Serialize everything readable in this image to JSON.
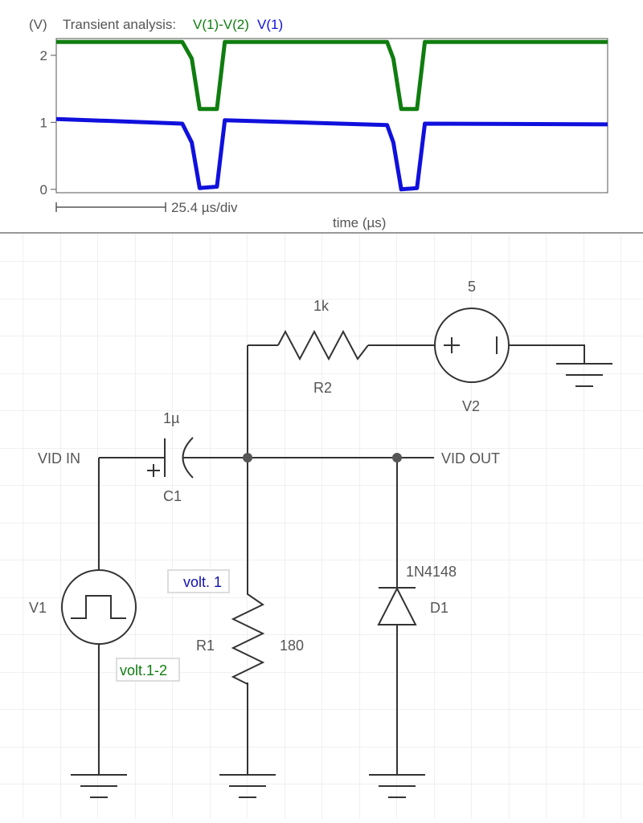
{
  "plot": {
    "unit_label": "(V)",
    "title": "Transient analysis:",
    "legend": [
      {
        "name": "V(1)-V(2)",
        "color": "#0f7d0f"
      },
      {
        "name": "V(1)",
        "color": "#1010dd"
      }
    ],
    "y_ticks": [
      "2",
      "1",
      "0"
    ],
    "scale_label": "25.4 µs/div",
    "x_label": "time (µs)"
  },
  "chart_data": {
    "type": "line",
    "title": "Transient analysis:",
    "xlabel": "time (µs)",
    "ylabel": "(V)",
    "x_scale": "25.4 µs/div",
    "ylim": [
      -0.05,
      2.25
    ],
    "xlim": [
      0,
      175
    ],
    "y_ticks": [
      0,
      1,
      2
    ],
    "grid": false,
    "series": [
      {
        "name": "V(1)-V(2)",
        "color": "#0f7d0f",
        "x": [
          0,
          40,
          43,
          45.5,
          51,
          53.5,
          105,
          107,
          109.5,
          114.5,
          117,
          175
        ],
        "y": [
          2.2,
          2.2,
          1.95,
          1.2,
          1.2,
          2.2,
          2.2,
          1.95,
          1.2,
          1.2,
          2.2,
          2.2
        ]
      },
      {
        "name": "V(1)",
        "color": "#1010dd",
        "x": [
          0,
          40,
          43,
          45.5,
          51,
          53.5,
          105,
          107,
          109.5,
          114.5,
          117,
          175
        ],
        "y": [
          1.05,
          0.98,
          0.7,
          0.02,
          0.04,
          1.03,
          0.96,
          0.7,
          0.0,
          0.02,
          0.98,
          0.97
        ]
      }
    ]
  },
  "schematic": {
    "r2": {
      "name": "R2",
      "value": "1k"
    },
    "v2": {
      "name": "V2",
      "value": "5"
    },
    "c1": {
      "name": "C1",
      "value": "1µ"
    },
    "r1": {
      "name": "R1",
      "value": "180"
    },
    "d1": {
      "name": "D1",
      "value": "1N4148"
    },
    "v1": {
      "name": "V1"
    },
    "vid_in": "VID IN",
    "vid_out": "VID OUT",
    "probe_volt1": {
      "label": "volt. 1",
      "color": "#1010aa"
    },
    "probe_volt12": {
      "label": "volt.1-2",
      "color": "#0f7d0f"
    }
  }
}
